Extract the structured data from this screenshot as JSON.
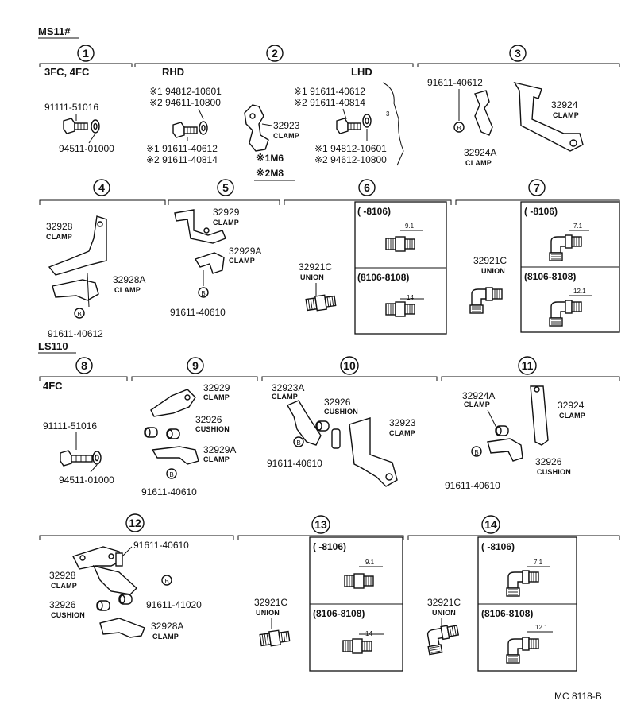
{
  "header": {
    "ms11": "MS11#",
    "ls110": "LS110",
    "footer_code": "MC 8118-B"
  },
  "sections": {
    "s1": {
      "number": "1",
      "variant": "3FC, 4FC",
      "parts": [
        "91111-51016",
        "94511-01000"
      ]
    },
    "s2": {
      "number": "2",
      "rhd": "RHD",
      "lhd": "LHD",
      "rhd_top": [
        "※1 94812-10601",
        "※2 94611-10800"
      ],
      "rhd_bottom": [
        "※1 91611-40612",
        "※2 91611-40814"
      ],
      "lhd_top": [
        "※1 91611-40612",
        "※2 91611-40814"
      ],
      "lhd_bottom": [
        "※1 94812-10601",
        "※2 94612-10800"
      ],
      "clamp_pn": "32923",
      "clamp_label": "CLAMP",
      "note1": "※1M6",
      "note2": "※2M8"
    },
    "s3": {
      "number": "3",
      "bolt": "91611-40612",
      "b": "B",
      "clamp_a_pn": "32924A",
      "clamp_a_label": "CLAMP",
      "clamp_pn": "32924",
      "clamp_label": "CLAMP"
    },
    "s4": {
      "number": "4",
      "clamp_pn": "32928",
      "clamp_label": "CLAMP",
      "clamp_a_pn": "32928A",
      "clamp_a_label": "CLAMP",
      "b": "B",
      "bolt": "91611-40612"
    },
    "s5": {
      "number": "5",
      "clamp_pn": "32929",
      "clamp_label": "CLAMP",
      "clamp_a_pn": "32929A",
      "clamp_a_label": "CLAMP",
      "b": "B",
      "bolt": "91611-40610"
    },
    "s6": {
      "number": "6",
      "union_pn": "32921C",
      "union_label": "UNION",
      "range1": "(      -8106)",
      "dim1": "9.1",
      "range2": "(8106-8108)",
      "dim2": "14"
    },
    "s7": {
      "number": "7",
      "union_pn": "32921C",
      "union_label": "UNION",
      "range1": "(      -8106)",
      "dim1": "7.1",
      "range2": "(8106-8108)",
      "dim2": "12.1"
    },
    "s8": {
      "number": "8",
      "variant": "4FC",
      "parts": [
        "91111-51016",
        "94511-01000"
      ]
    },
    "s9": {
      "number": "9",
      "clamp_pn": "32929",
      "clamp_label": "CLAMP",
      "cushion_pn": "32926",
      "cushion_label": "CUSHION",
      "clamp_a_pn": "32929A",
      "clamp_a_label": "CLAMP",
      "b": "B",
      "bolt": "91611-40610"
    },
    "s10": {
      "number": "10",
      "clamp_a_pn": "32923A",
      "clamp_a_label": "CLAMP",
      "cushion_pn": "32926",
      "cushion_label": "CUSHION",
      "clamp_pn": "32923",
      "clamp_label": "CLAMP",
      "b": "B",
      "bolt": "91611-40610"
    },
    "s11": {
      "number": "11",
      "clamp_a_pn": "32924A",
      "clamp_a_label": "CLAMP",
      "clamp_pn": "32924",
      "clamp_label": "CLAMP",
      "cushion_pn": "32926",
      "cushion_label": "CUSHION",
      "b": "B",
      "bolt": "91611-40610"
    },
    "s12": {
      "number": "12",
      "bolt_top": "91611-40610",
      "clamp_pn": "32928",
      "clamp_label": "CLAMP",
      "b": "B",
      "bolt_b": "91611-41020",
      "cushion_pn": "32926",
      "cushion_label": "CUSHION",
      "clamp_a_pn": "32928A",
      "clamp_a_label": "CLAMP"
    },
    "s13": {
      "number": "13",
      "union_pn": "32921C",
      "union_label": "UNION",
      "range1": "(      -8106)",
      "dim1": "9.1",
      "range2": "(8106-8108)",
      "dim2": "14"
    },
    "s14": {
      "number": "14",
      "union_pn": "32921C",
      "union_label": "UNION",
      "range1": "(      -8106)",
      "dim1": "7.1",
      "range2": "(8106-8108)",
      "dim2": "12.1"
    }
  }
}
